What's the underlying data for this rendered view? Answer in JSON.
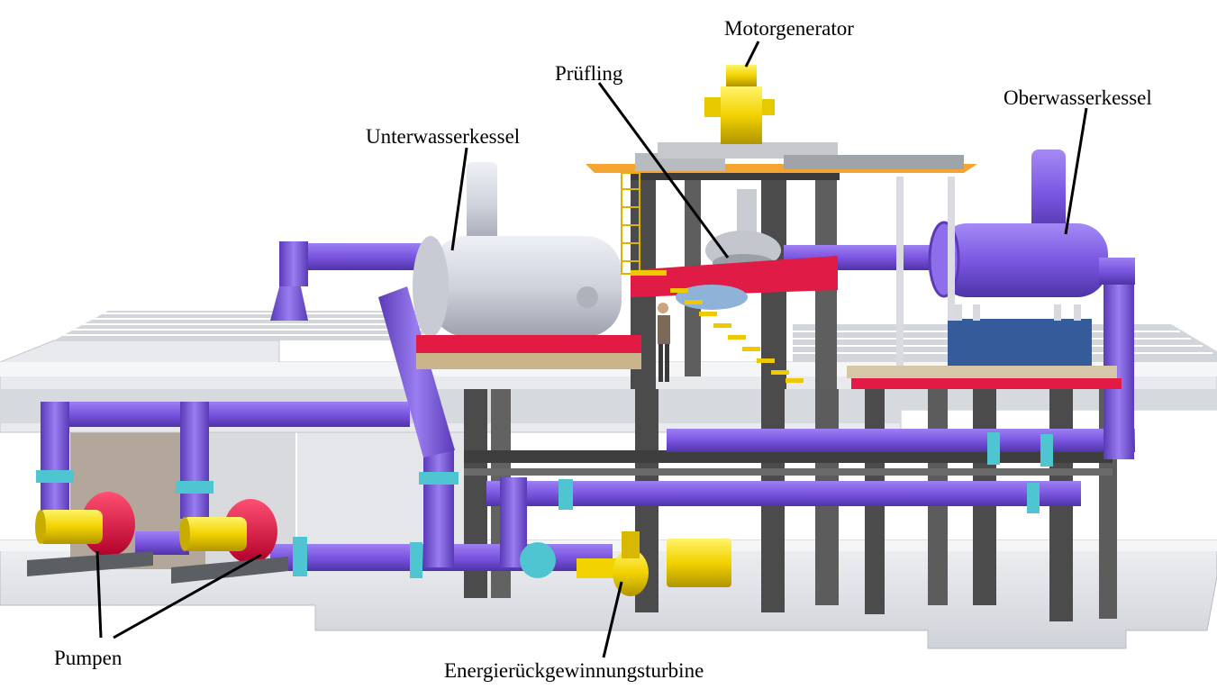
{
  "labels": {
    "motorgenerator": "Motorgenerator",
    "pruefling": "Prüfling",
    "unterwasserkessel": "Unterwasserkessel",
    "oberwasserkessel": "Oberwasserkessel",
    "pumpen": "Pumpen",
    "turbine": "Energierückgewinnungsturbine"
  },
  "colors": {
    "pipe": "#7b55e0",
    "pipe_dark": "#5a3ab8",
    "tank_grey": "#d4d6de",
    "pump_red": "#e0103c",
    "motor_yellow": "#f0d000",
    "valve_cyan": "#4ec5d0",
    "steel": "#4a4a4a",
    "platform": "#e2e4e8",
    "leader": "#000000"
  }
}
